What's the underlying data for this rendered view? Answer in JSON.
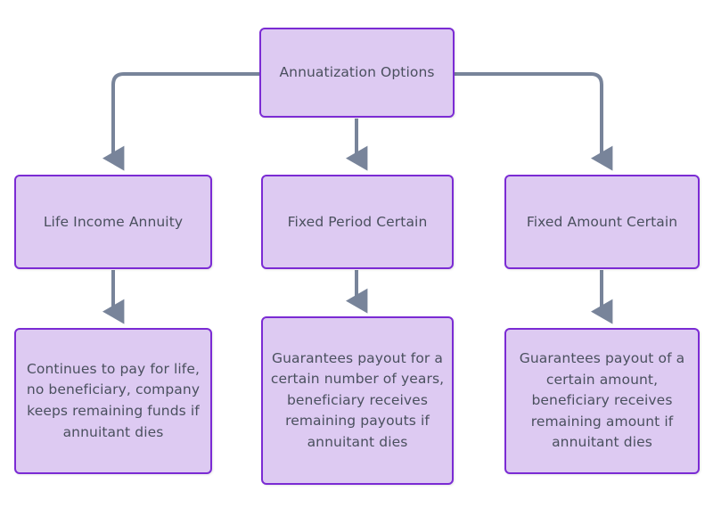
{
  "diagram": {
    "type": "flowchart",
    "title": "Annuatization Options",
    "orientation": "top-down",
    "colors": {
      "node_fill": "#DDCAF2",
      "node_border": "#7B2BD4",
      "node_text": "#4A505E",
      "edge": "#78849A",
      "background": "#FFFFFF"
    },
    "root": {
      "id": "root",
      "label": "Annuatization Options"
    },
    "branches": [
      {
        "id": "life",
        "label": "Life Income Annuity",
        "description": "Continues to pay for life, no beneficiary, company keeps remaining funds if annuitant dies"
      },
      {
        "id": "period",
        "label": "Fixed Period Certain",
        "description": "Guarantees payout for a certain number of years, beneficiary receives remaining payouts if annuitant dies"
      },
      {
        "id": "amount",
        "label": "Fixed Amount Certain",
        "description": "Guarantees payout of a certain amount, beneficiary receives remaining amount if annuitant dies"
      }
    ],
    "edges": [
      {
        "id": "root-to-life",
        "from": "root",
        "to": "life",
        "style": "elbow-left"
      },
      {
        "id": "root-to-period",
        "from": "root",
        "to": "period",
        "style": "straight"
      },
      {
        "id": "root-to-amount",
        "from": "root",
        "to": "amount",
        "style": "elbow-right"
      },
      {
        "id": "life-to-desc",
        "from": "life",
        "to": "life-desc",
        "style": "straight"
      },
      {
        "id": "period-to-desc",
        "from": "period",
        "to": "period-desc",
        "style": "straight"
      },
      {
        "id": "amount-to-desc",
        "from": "amount",
        "to": "amount-desc",
        "style": "straight"
      }
    ]
  }
}
